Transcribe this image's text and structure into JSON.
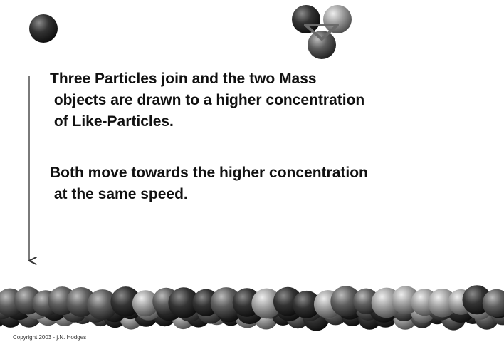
{
  "captions": {
    "first": "Three Particles join and the two Mass\n objects are drawn to a higher concentration\n of Like-Particles.",
    "second": "Both move towards the higher concentration\n at the same speed."
  },
  "copyright": "Copyright 2003 - j.N. Hodges",
  "colors": {
    "background": "#ffffff",
    "text": "#111111",
    "particle_dark": "#2b2b2b",
    "particle_mid": "#555555",
    "particle_light": "#8a8a8a",
    "triangle_outline": "#6a6a6a"
  },
  "icons": [
    "single-particle",
    "three-particle-cluster",
    "downward-arrow",
    "particle-mass-band"
  ]
}
